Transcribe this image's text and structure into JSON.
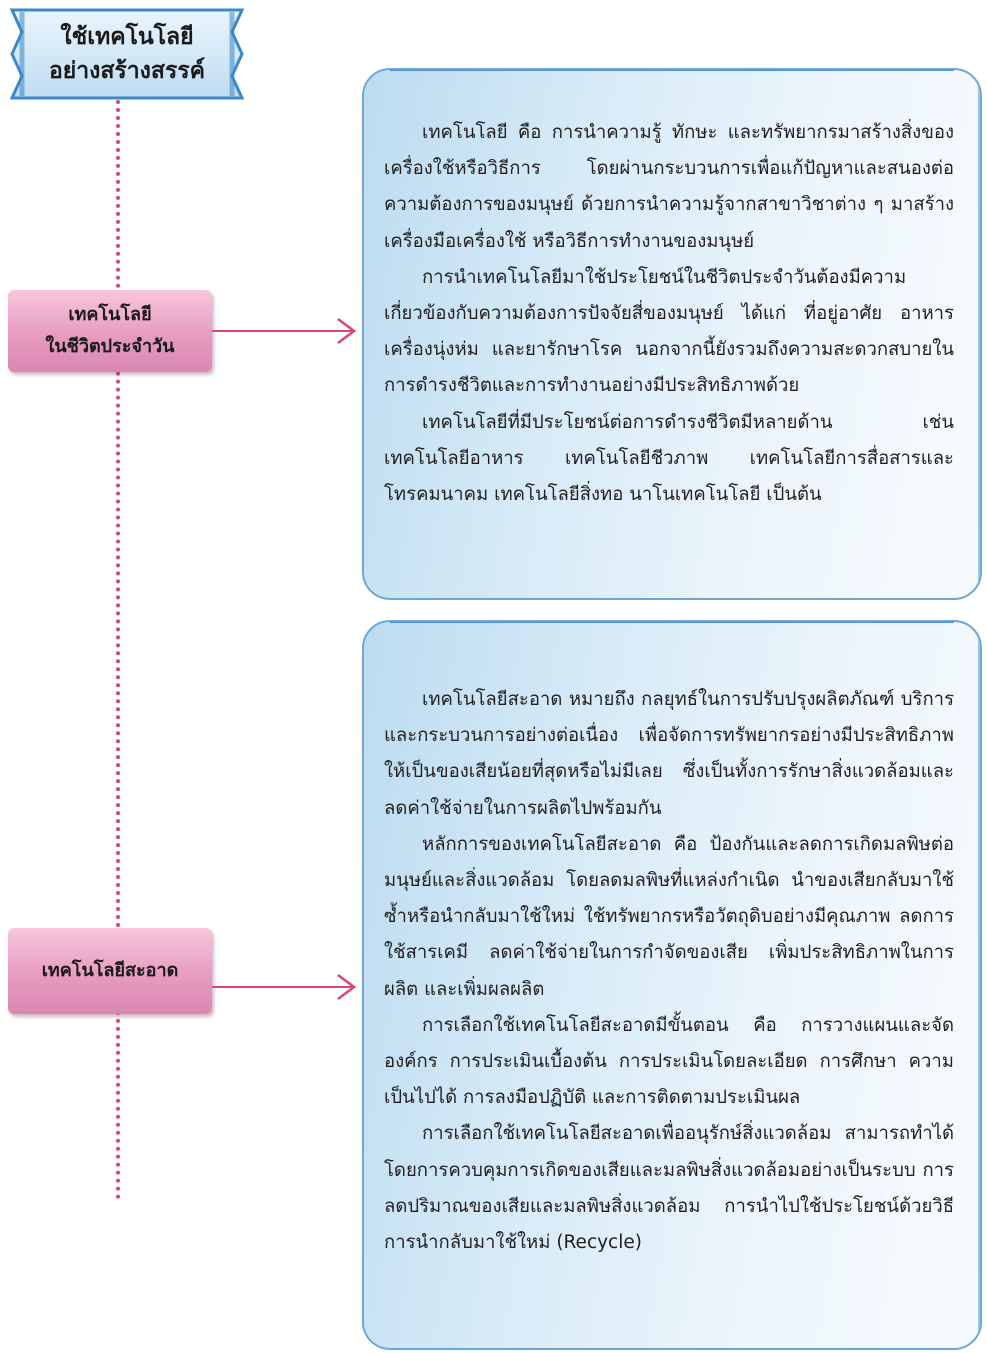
{
  "title": {
    "line1": "ใช้เทคโนโลยี",
    "line2": "อย่างสร้างสรรค์"
  },
  "colors": {
    "ribbon_fill": "#c9e3f4",
    "ribbon_edge": "#3b89c9",
    "connector": "#d9447a",
    "tag_fill": "#e79cc0",
    "arrow": "#d9447a",
    "panel_border": "#6fa6d3",
    "panel_fill": "#d8ebf7"
  },
  "tags": [
    {
      "line1": "เทคโนโลยี",
      "line2": "ในชีวิตประจำวัน"
    },
    {
      "line1": "เทคโนโลยีสะอาด",
      "line2": ""
    }
  ],
  "panels": [
    {
      "paragraphs": [
        "เทคโนโลยี คือ การนำความรู้ ทักษะ และทรัพยากรมาสร้างสิ่งของเครื่องใช้หรือวิธีการ โดยผ่านกระบวนการเพื่อแก้ปัญหาและสนองต่อความต้องการของมนุษย์ ด้วยการนำความรู้จากสาขาวิชาต่าง ๆ มาสร้างเครื่องมือเครื่องใช้ หรือวิธีการทำงานของมนุษย์",
        "การนำเทคโนโลยีมาใช้ประโยชน์ในชีวิตประจำวันต้องมีความเกี่ยวข้องกับความต้องการปัจจัยสี่ของมนุษย์ ได้แก่ ที่อยู่อาศัย อาหาร เครื่องนุ่งห่ม และยารักษาโรค นอกจากนี้ยังรวมถึงความสะดวกสบายในการดำรงชีวิตและการทำงานอย่างมีประสิทธิภาพด้วย",
        "เทคโนโลยีที่มีประโยชน์ต่อการดำรงชีวิตมีหลายด้าน เช่น เทคโนโลยีอาหาร เทคโนโลยีชีวภาพ เทคโนโลยีการสื่อสารและโทรคมนาคม เทคโนโลยีสิ่งทอ นาโนเทคโนโลยี เป็นต้น"
      ]
    },
    {
      "paragraphs": [
        "เทคโนโลยีสะอาด หมายถึง กลยุทธ์ในการปรับปรุงผลิตภัณฑ์ บริการ และกระบวนการอย่างต่อเนื่อง เพื่อจัดการทรัพยากรอย่างมีประสิทธิภาพให้เป็นของเสียน้อยที่สุดหรือไม่มีเลย ซึ่งเป็นทั้งการรักษาสิ่งแวดล้อมและลดค่าใช้จ่ายในการผลิตไปพร้อมกัน",
        "หลักการของเทคโนโลยีสะอาด คือ ป้องกันและลดการเกิดมลพิษต่อมนุษย์และสิ่งแวดล้อม โดยลดมลพิษที่แหล่งกำเนิด นำของเสียกลับมาใช้ซ้ำหรือนำกลับมาใช้ใหม่ ใช้ทรัพยากรหรือวัตถุดิบอย่างมีคุณภาพ ลดการใช้สารเคมี ลดค่าใช้จ่ายในการกำจัดของเสีย เพิ่มประสิทธิภาพในการผลิต และเพิ่มผลผลิต",
        "การเลือกใช้เทคโนโลยีสะอาดมีขั้นตอน คือ การวางแผนและจัดองค์กร การประเมินเบื้องต้น การประเมินโดยละเอียด การศึกษา ความเป็นไปได้ การลงมือปฏิบัติ และการติดตามประเมินผล",
        "การเลือกใช้เทคโนโลยีสะอาดเพื่ออนุรักษ์สิ่งแวดล้อม สามารถทำได้โดยการควบคุมการเกิดของเสียและมลพิษสิ่งแวดล้อมอย่างเป็นระบบ การลดปริมาณของเสียและมลพิษสิ่งแวดล้อม การนำไปใช้ประโยชน์ด้วยวิธีการนำกลับมาใช้ใหม่ (Recycle)"
      ]
    }
  ]
}
